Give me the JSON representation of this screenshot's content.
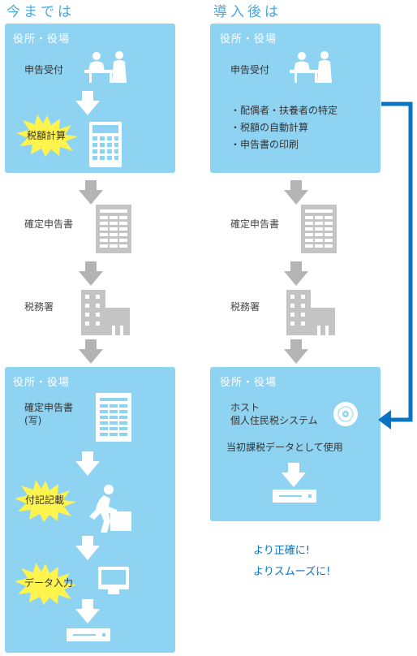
{
  "headings": {
    "before": "今までは",
    "after": "導入後は"
  },
  "left": {
    "panel_top_title": "役所・役場",
    "reception": "申告受付",
    "tax_calc": "税額計算",
    "return_doc": "確定申告書",
    "tax_office": "税務署",
    "panel_bottom_title": "役所・役場",
    "return_copy_line1": "確定申告書",
    "return_copy_line2": "(写)",
    "annotation": "付記記載",
    "data_entry": "データ入力"
  },
  "right": {
    "panel_top_title": "役所・役場",
    "reception": "申告受付",
    "bullets": [
      "・配偶者・扶養者の特定",
      "・税額の自動計算",
      "・申告書の印刷"
    ],
    "return_doc": "確定申告書",
    "tax_office": "税務署",
    "panel_bottom_title": "役所・役場",
    "host_line1": "ホスト",
    "host_line2": "個人住民税システム",
    "usage": "当初課税データとして使用",
    "notes": [
      "より正確に!",
      "よりスムーズに!"
    ]
  },
  "colors": {
    "panel": "#8fd3f2",
    "heading": "#4aa8dd",
    "arrow": "#b4b4b4",
    "connector": "#0a73c2",
    "burst": "#fff34d"
  }
}
